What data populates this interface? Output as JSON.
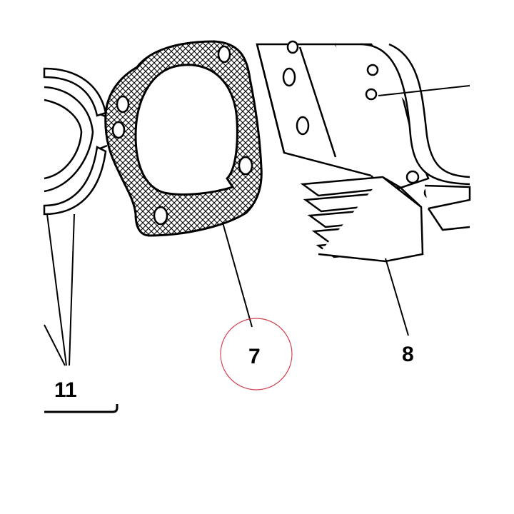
{
  "labels": {
    "part_7": "7",
    "part_8": "8",
    "part_11": "11"
  },
  "colors": {
    "ink": "#000000",
    "background": "#ffffff",
    "highlight_circle": "#d04050",
    "gasket_fill": "#8a8a8a"
  }
}
